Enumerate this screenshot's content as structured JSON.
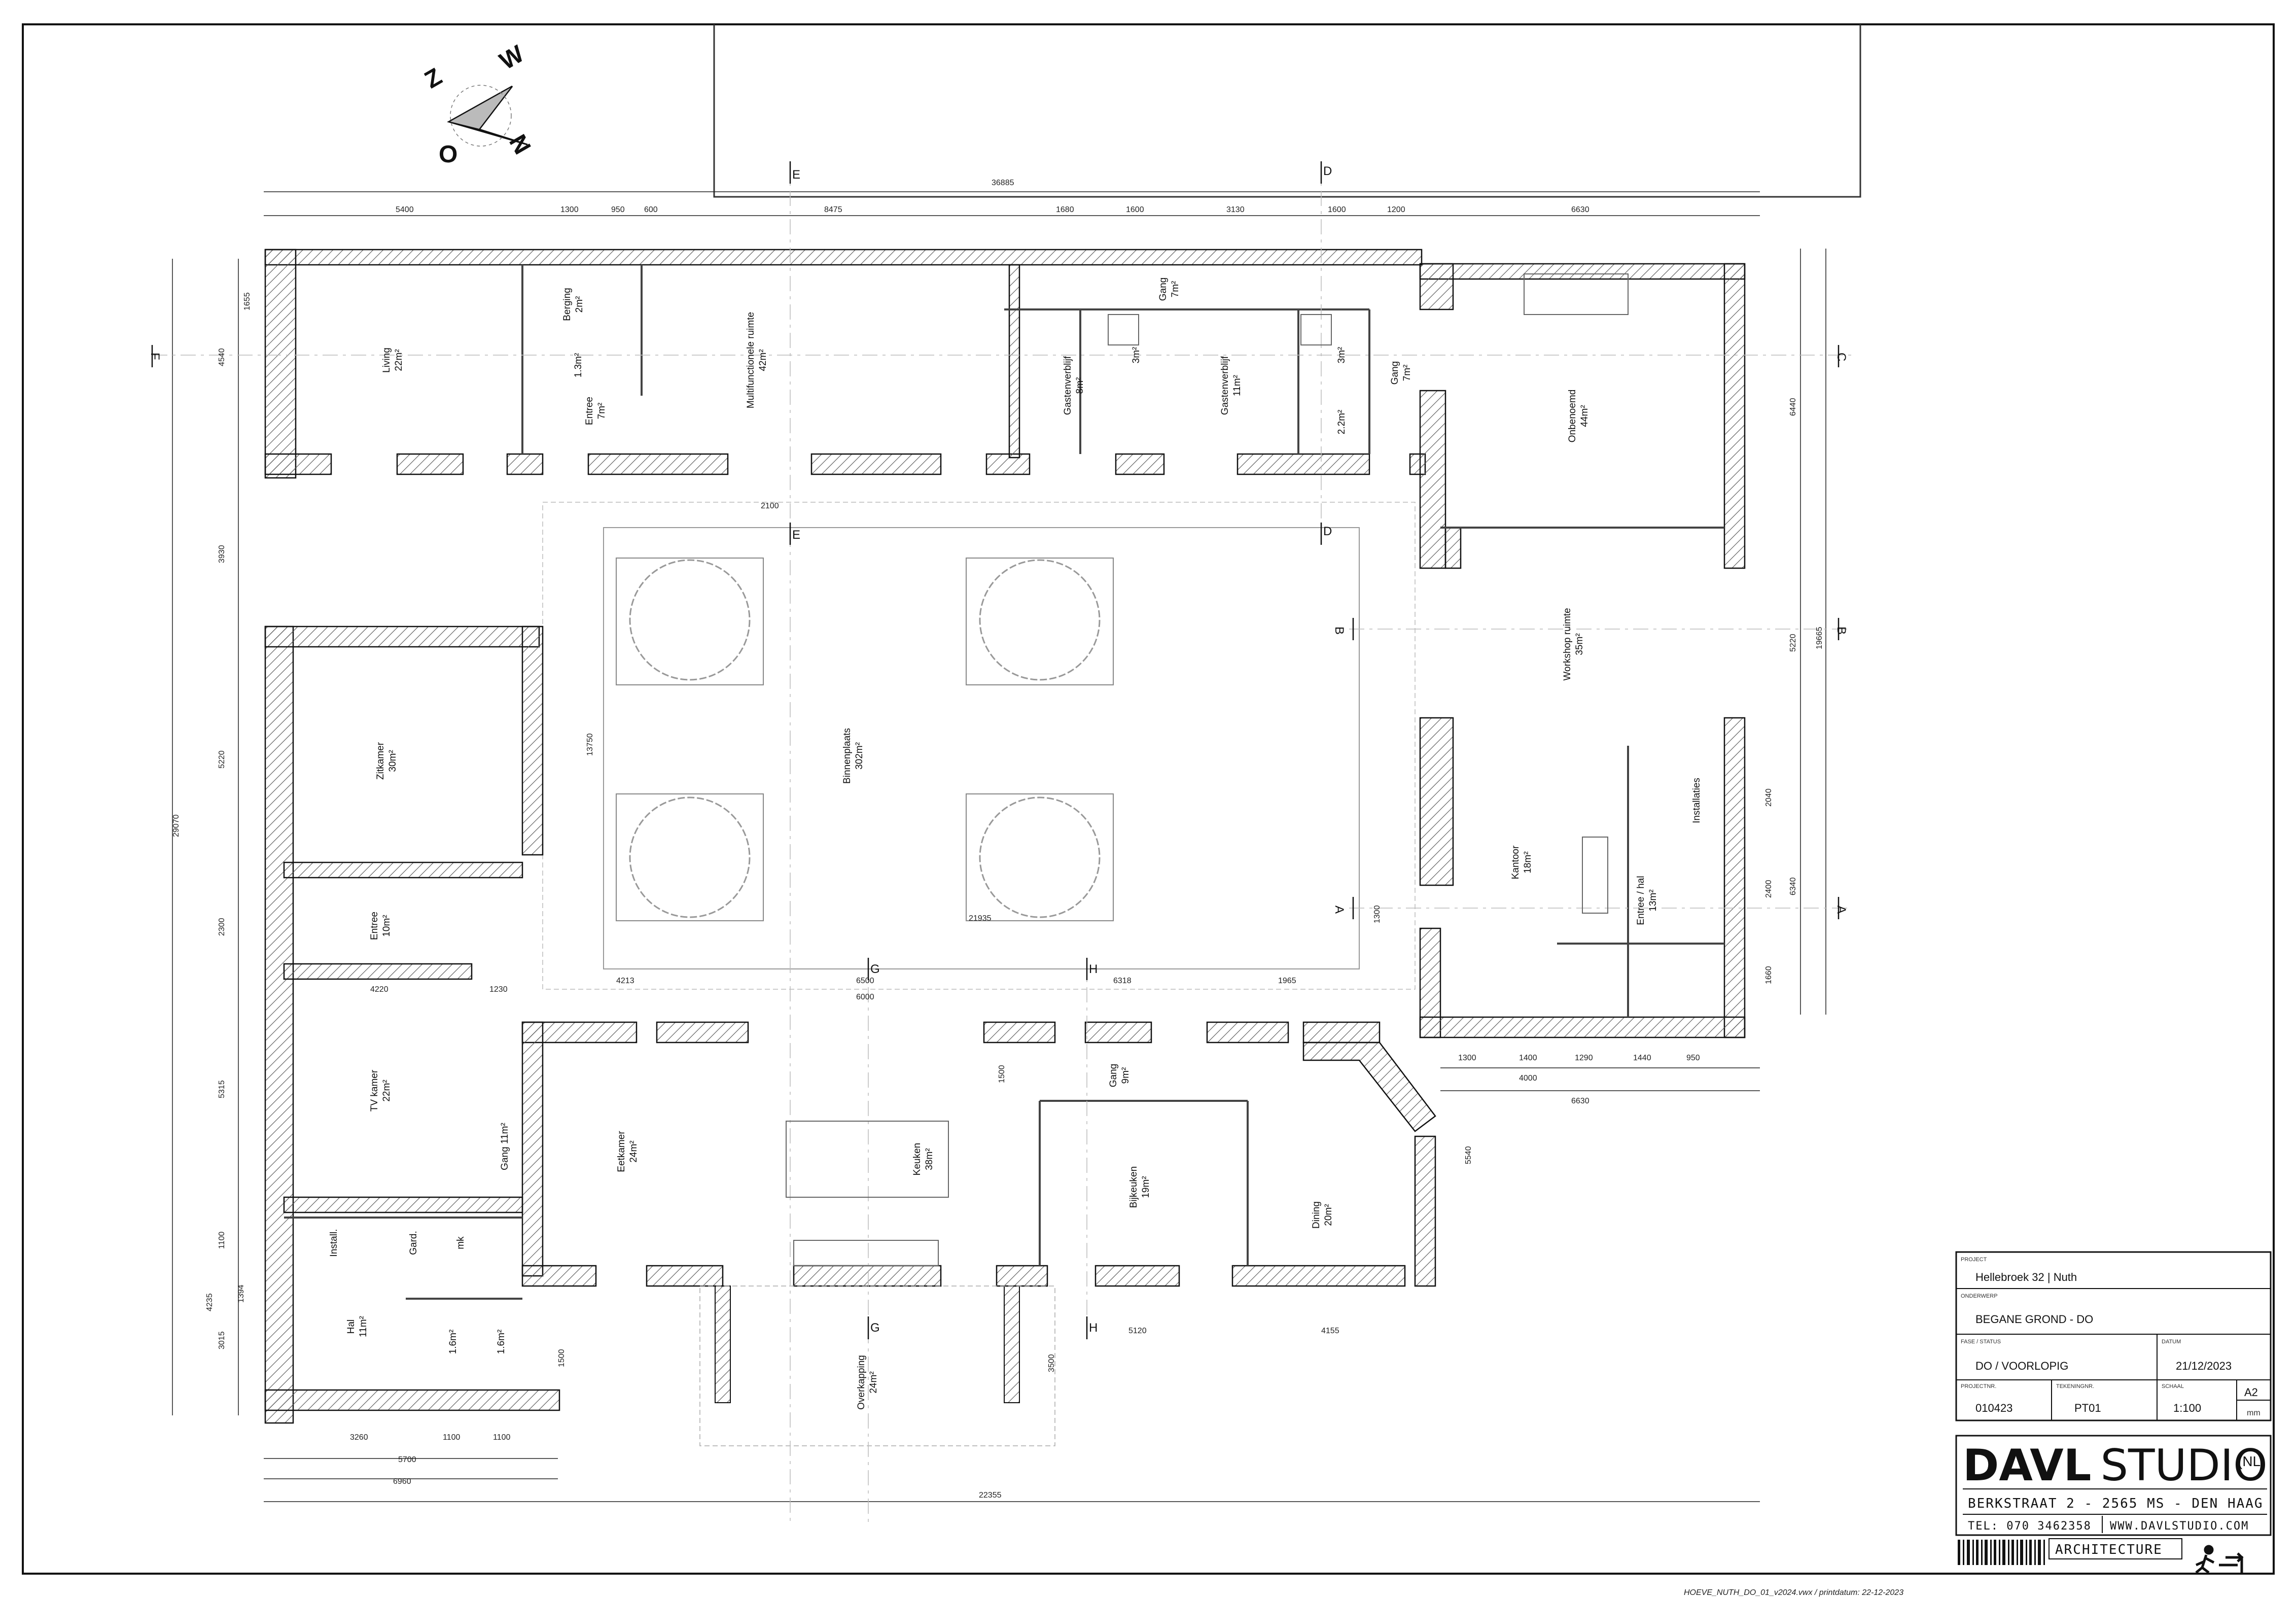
{
  "compass": {
    "letters": [
      "O",
      "Z",
      "W",
      "N"
    ]
  },
  "overall_dims": {
    "top_total": "36885",
    "left_total": "29070",
    "right_total": "19665",
    "bottom_total": "22355"
  },
  "top_dims": [
    "5400",
    "1300",
    "950",
    "600",
    "8475",
    "1680",
    "1600",
    "3130",
    "1600",
    "1200",
    "6630"
  ],
  "axis_markers": [
    "E",
    "D",
    "E",
    "D",
    "F",
    "C",
    "B",
    "B",
    "A",
    "A",
    "G",
    "H",
    "G",
    "H"
  ],
  "rooms": [
    {
      "name": "Living",
      "area": "22m²"
    },
    {
      "name": "Berging",
      "area": "2m²"
    },
    {
      "name": "Entree",
      "area": "7m²"
    },
    {
      "name": "Multifunctionele ruimte",
      "area": "42m²"
    },
    {
      "name": "Gastenverblijf",
      "area": "8m²"
    },
    {
      "name": "Gang",
      "area": "7m²"
    },
    {
      "name": "Gastenverblijf",
      "area": "11m²"
    },
    {
      "name": "Gang",
      "area": "7m²"
    },
    {
      "name": "Onbenoemd",
      "area": "44m²"
    },
    {
      "name": "Workshop ruimte",
      "area": "35m²"
    },
    {
      "name": "Binnenplaats",
      "area": "302m²"
    },
    {
      "name": "Zitkamer",
      "area": "30m²"
    },
    {
      "name": "Entree",
      "area": "10m²"
    },
    {
      "name": "TV kamer",
      "area": "22m²"
    },
    {
      "name": "Gang 11m²",
      "area": ""
    },
    {
      "name": "Hal",
      "area": "11m²"
    },
    {
      "name": "Kantoor",
      "area": "18m²"
    },
    {
      "name": "Entree / hal",
      "area": "13m²"
    },
    {
      "name": "Installaties",
      "area": ""
    },
    {
      "name": "Eetkamer",
      "area": "24m²"
    },
    {
      "name": "Keuken",
      "area": "38m²"
    },
    {
      "name": "Gang",
      "area": "9m²"
    },
    {
      "name": "Bijkeuken",
      "area": "19m²"
    },
    {
      "name": "Dining",
      "area": "20m²"
    },
    {
      "name": "Overkapping",
      "area": "24m²"
    }
  ],
  "small_labels": [
    "1.3m²",
    "3m²",
    "3m²",
    "2.2m²",
    "Install.",
    "Gard.",
    "mk",
    "1.6m²",
    "1.6m²"
  ],
  "left_dims": [
    "1655",
    "4540",
    "3930",
    "5220",
    "2300",
    "5315",
    "1100",
    "4235",
    "1394",
    "3015"
  ],
  "right_dims": [
    "6440",
    "5220",
    "2040",
    "6340",
    "2400",
    "1660"
  ],
  "inner_dims": [
    "2100",
    "13750",
    "21935",
    "4213",
    "6500",
    "6000",
    "6318",
    "1965",
    "4220",
    "1230",
    "1500",
    "1300",
    "5540",
    "3500",
    "5120",
    "4155",
    "1500"
  ],
  "bottom_right_dims": [
    "1300",
    "1400",
    "1290",
    "1440",
    "950",
    "4000",
    "6630"
  ],
  "bottom_dims": [
    "3260",
    "1100",
    "1100",
    "5700",
    "6960"
  ],
  "title_block": {
    "project_label": "PROJECT",
    "project": "Hellebroek 32 | Nuth",
    "subject_label": "ONDERWERP",
    "subject": "BEGANE GROND - DO",
    "status_label": "FASE / STATUS",
    "status": "DO / VOORLOPIG",
    "date_label": "DATUM",
    "date": "21/12/2023",
    "projectnr_label": "PROJECTNR.",
    "projectnr": "010423",
    "drawing_label": "TEKENINGNR.",
    "drawing": "PT01",
    "scale_label": "SCHAAL",
    "scale": "1:100",
    "paper": "A2",
    "unit": "mm"
  },
  "company": {
    "name_bold": "DAVL",
    "name_light": "STUDIO",
    "country": "(NL)",
    "address": "BERKSTRAAT 2 - 2565 MS - DEN HAAG",
    "phone": "TEL: 070 3462358",
    "website": "WWW.DAVLSTUDIO.COM",
    "tagline": "ARCHITECTURE"
  },
  "footer": "HOEVE_NUTH_DO_01_v2024.vwx  /  printdatum:  22-12-2023"
}
